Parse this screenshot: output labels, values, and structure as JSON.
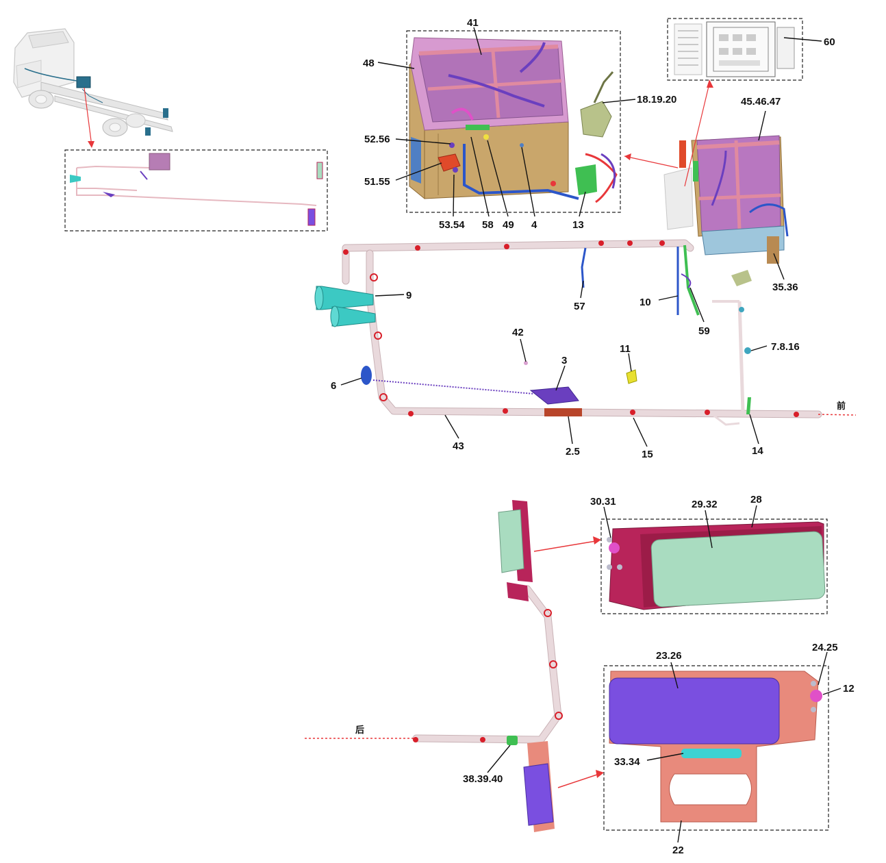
{
  "callouts": {
    "c41": "41",
    "c48": "48",
    "c52_56": "52.56",
    "c51_55": "51.55",
    "c53_54": "53.54",
    "c58": "58",
    "c49": "49",
    "c4": "4",
    "c13": "13",
    "c18_19_20": "18.19.20",
    "c60": "60",
    "c45_46_47": "45.46.47",
    "c35_36": "35.36",
    "c57": "57",
    "c10": "10",
    "c59": "59",
    "c9": "9",
    "c42": "42",
    "c3": "3",
    "c11": "11",
    "c7_8_16": "7.8.16",
    "c6": "6",
    "c43": "43",
    "c2_5": "2.5",
    "c15": "15",
    "c14": "14",
    "c30_31": "30.31",
    "c29_32": "29.32",
    "c28": "28",
    "c23_26": "23.26",
    "c24_25": "24.25",
    "c12": "12",
    "c33_34": "33.34",
    "c38_39_40": "38.39.40",
    "c22": "22"
  },
  "directions": {
    "front": "前",
    "rear": "后"
  },
  "colors": {
    "battery_box": "#c9a66b",
    "battery_top": "#c979b8",
    "cover_pink": "#e38aa8",
    "cable_purple": "#6a3fbf",
    "harness_pink": "#e9d9dc",
    "horn_cyan": "#3cc9c3",
    "lamp_green": "#a9dcc0",
    "lamp_purple": "#7a4fe0",
    "bracket_red": "#b8245a",
    "bracket_salmon": "#e88a7c",
    "arrow_red": "#e8373a"
  }
}
